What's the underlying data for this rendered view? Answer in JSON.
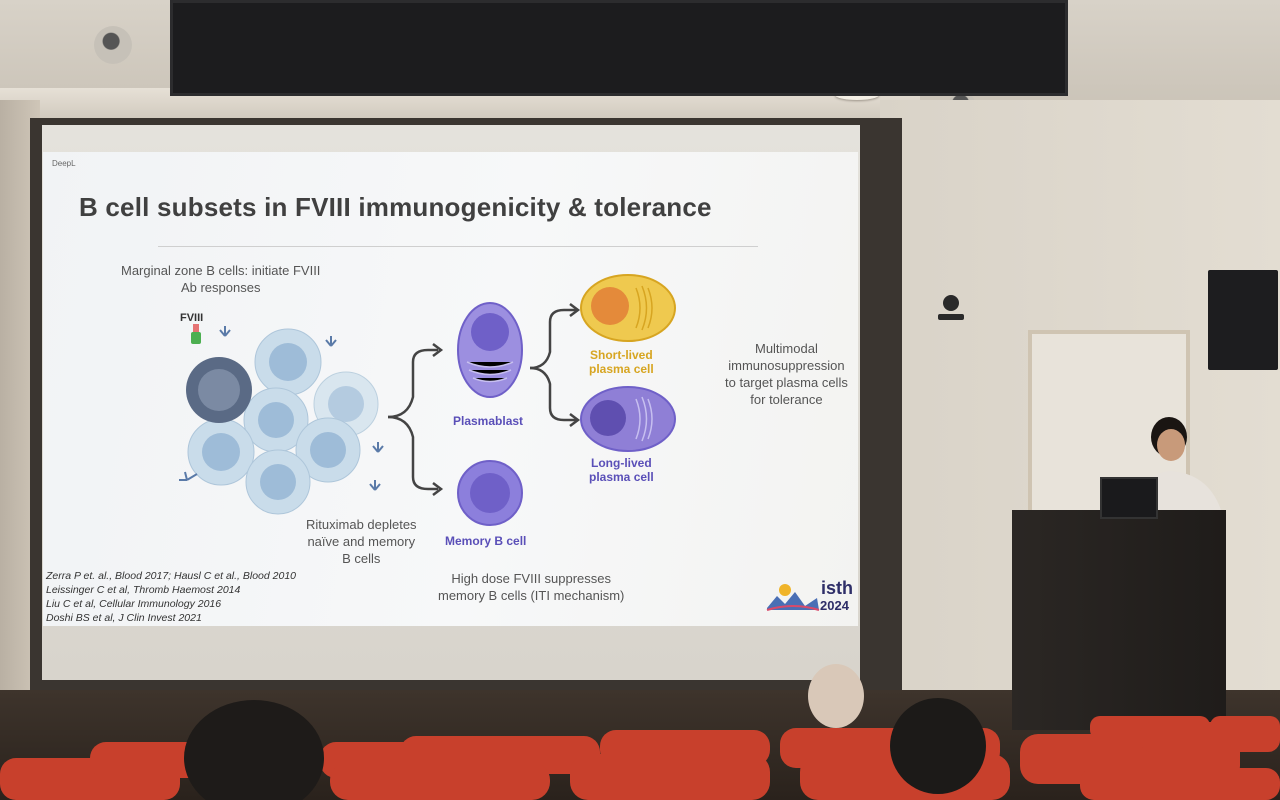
{
  "slide": {
    "watermark": "DeepL",
    "title": "B cell subsets in FVIII immunogenicity & tolerance",
    "marginal_zone_line1": "Marginal zone B cells: initiate FVIII",
    "marginal_zone_line2": "Ab responses",
    "fviii_label": "FVIII",
    "plasmablast_label": "Plasmablast",
    "memory_b_label": "Memory B cell",
    "short_lived_line1": "Short-lived",
    "short_lived_line2": "plasma cell",
    "long_lived_line1": "Long-lived",
    "long_lived_line2": "plasma cell",
    "multimodal_line1": "Multimodal",
    "multimodal_line2": "immunosuppression",
    "multimodal_line3": "to target plasma cells",
    "multimodal_line4": "for tolerance",
    "rituximab_line1": "Rituximab depletes",
    "rituximab_line2": "naïve and memory",
    "rituximab_line3": "B cells",
    "high_dose_line1": "High dose FVIII suppresses",
    "high_dose_line2": "memory B cells (ITI mechanism)",
    "references": [
      "Zerra P et. al., Blood 2017; Hausl C et al., Blood 2010",
      "Leissinger C et al, Thromb Haemost 2014",
      "Liu C et al, Cellular Immunology 2016",
      "Doshi BS et al, J Clin Invest 2021"
    ],
    "logo_text": "isth",
    "logo_year": "2024"
  },
  "colors": {
    "b_cell_fill": "#c9dcea",
    "b_cell_nucleus": "#9ebcd8",
    "activated_cell": "#5a6a85",
    "plasma_purple": "#6f60c8",
    "short_lived_fill": "#efc94f",
    "short_lived_nucleus": "#e48a3a",
    "title_gray": "#404040"
  }
}
